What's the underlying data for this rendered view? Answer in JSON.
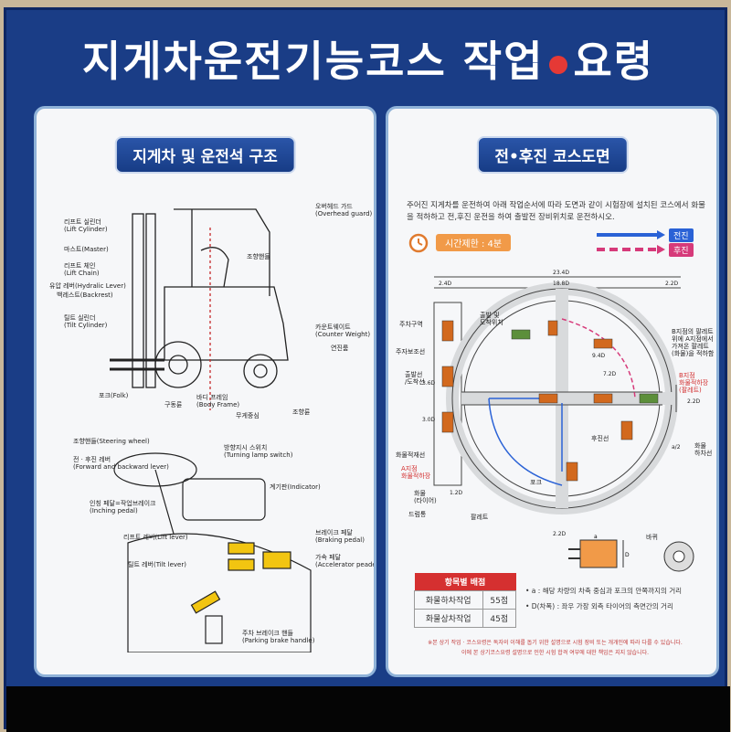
{
  "board_title_a": "지게차운전기능코스 작업",
  "board_title_b": "요령",
  "left_panel": {
    "heading": "지게차 및 운전석 구조",
    "forklift_labels": [
      "리프트 실린더\n(Lift Cylinder)",
      "마스트(Master)",
      "리프트 체인\n(Lift Chain)",
      "유압 레버(Hydralic Lever)",
      "백레스트(Backrest)",
      "틸트 실린더\n(Tilt Cylinder)",
      "포크(Folk)",
      "구동륜",
      "바디 프레임\n(Body Frame)",
      "무게중심",
      "조향륜",
      "연진룸",
      "카운트웨이트\n(Counter Weight)",
      "조향핸들",
      "오버헤드 가드\n(Overhead guard)"
    ],
    "cockpit_labels": [
      "조향핸들(Steering wheel)",
      "전 · 후진 레버\n(Forward and backward lever)",
      "인칭 페달=작업브레이크\n(Inching pedal)",
      "리프트 레버(Lift lever)",
      "틸트 레버(Tilt lever)",
      "방향지시 스위치\n(Turning lamp switch)",
      "계기판(Indicator)",
      "브레이크 페달\n(Braking pedal)",
      "가속 페달\n(Accelerator peadel)",
      "주차 브레이크 핸들\n(Parking brake handle)"
    ]
  },
  "right_panel": {
    "heading": "전•후진 코스도면",
    "description": "주어진 지게차를 운전하여 아래 작업순서에 따라 도면과 같이 시험장에 설치된 코스에서 화물을 적하하고 전,후진 운전을 하여 출발전 장비위치로 운전하시오.",
    "time_limit": "시간제한 : 4분",
    "legend": {
      "forward": "전진",
      "backward": "후진",
      "forward_color": "#2a62d6",
      "backward_color": "#d63a7a"
    },
    "dimensions": [
      "23.4D",
      "2.4D",
      "18.8D",
      "2.2D",
      "9.4D",
      "7.2D",
      "3.6D",
      "3.0D",
      "1.2D",
      "2.2D",
      "2.2D",
      "a/2"
    ],
    "course_labels": [
      "주차구역",
      "주자보조선",
      "출발선\n/도착선",
      "화물적재선",
      "A지점\n화물적하장",
      "화물\n(타이어)",
      "드럼통",
      "팔레트",
      "출발 및\n도착위치",
      "후진선",
      "포크",
      "B지점의 팔레트\n위에 A지점에서\n가져온 팔레트\n(화물)을 적하함",
      "B지점\n화물적하장\n(팔레트)",
      "화물\n하차선",
      "바퀴",
      "D",
      "a"
    ],
    "score_table": {
      "heading": "항목별 배점",
      "rows": [
        {
          "item": "화물하차작업",
          "score": "55점"
        },
        {
          "item": "화물상차작업",
          "score": "45점"
        }
      ]
    },
    "notes": [
      "• a : 해당 차량의 차축 중심과 포크의 안쪽까지의 거리",
      "• D(차폭) : 좌우 가장 외측 타이어의 측면간의 거리"
    ],
    "disclaimer": "※본 상기 작업 · 코스요령은 독자의 이해를 돕기 위한 설명으로 시험 장비 또는 개개인에 따라 다를 수 있습니다.\n이에 본 상기코스요령 설명으로 인한 시험 합격 여부에 대한 책임은 지지 않습니다."
  }
}
